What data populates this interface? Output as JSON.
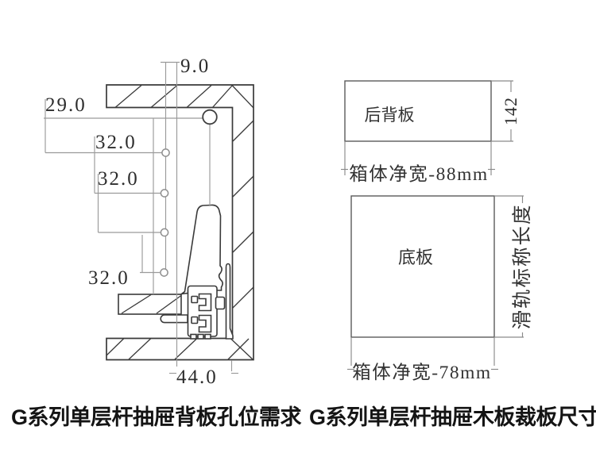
{
  "left_figure": {
    "caption": "G系列单层杆抽屉背板孔位需求",
    "dim_top_hole_offset": "9.0",
    "dim_first_row": "29.0",
    "dim_row_spacing_1": "32.0",
    "dim_row_spacing_2": "32.0",
    "dim_row_spacing_3": "32.0",
    "dim_bottom_offset": "44.0"
  },
  "right_figure": {
    "caption": "G系列单层杆抽屉木板裁板尺寸",
    "back_panel_label": "后背板",
    "back_panel_height_dim": "142",
    "back_panel_width_dim": "箱体净宽-88mm",
    "bottom_panel_label": "底板",
    "bottom_panel_length_dim": "滑轨标称长度",
    "bottom_panel_width_dim": "箱体净宽-78mm"
  },
  "colors": {
    "background": "#ffffff",
    "outline": "#3a3a3a",
    "construction_line": "#9a9a9a",
    "dimension_text": "#2d2d2d",
    "caption_text": "#141414"
  }
}
